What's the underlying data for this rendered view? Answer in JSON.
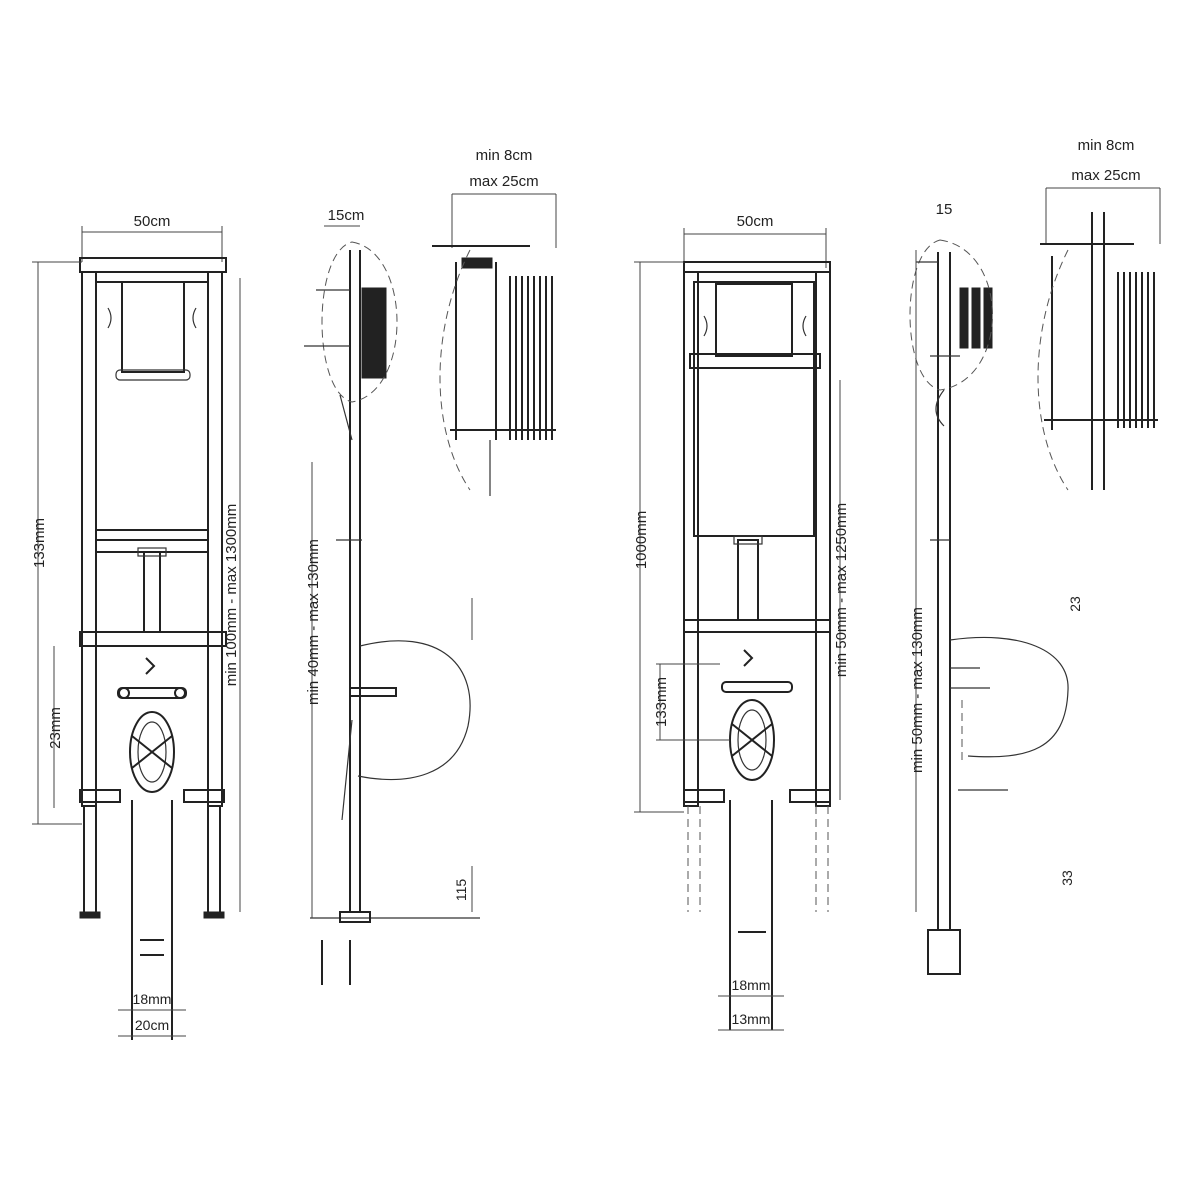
{
  "labels": {
    "a_width": "50cm",
    "a_height": "133mm",
    "a_mid": "23mm",
    "a_vertical": "min 100mm - max 1300mm",
    "a_bottom_1": "18mm",
    "a_bottom_2": "20cm",
    "b_top": "15cm",
    "b_vertical": "min 40mm - max 130mm",
    "b_right": "115",
    "c_top_1": "min 8cm",
    "c_top_2": "max 25cm",
    "d_width": "50cm",
    "d_height": "1000mm",
    "d_vertical": "min 50mm - max 1250mm",
    "d_mid": "133mm",
    "d_bottom_1": "18mm",
    "d_bottom_2": "13mm",
    "e_top": "15",
    "e_vertical": "min 50mm - max 130mm",
    "e_right_1": "23",
    "e_right_2": "33",
    "f_top_1": "min 8cm",
    "f_top_2": "max 25cm"
  }
}
